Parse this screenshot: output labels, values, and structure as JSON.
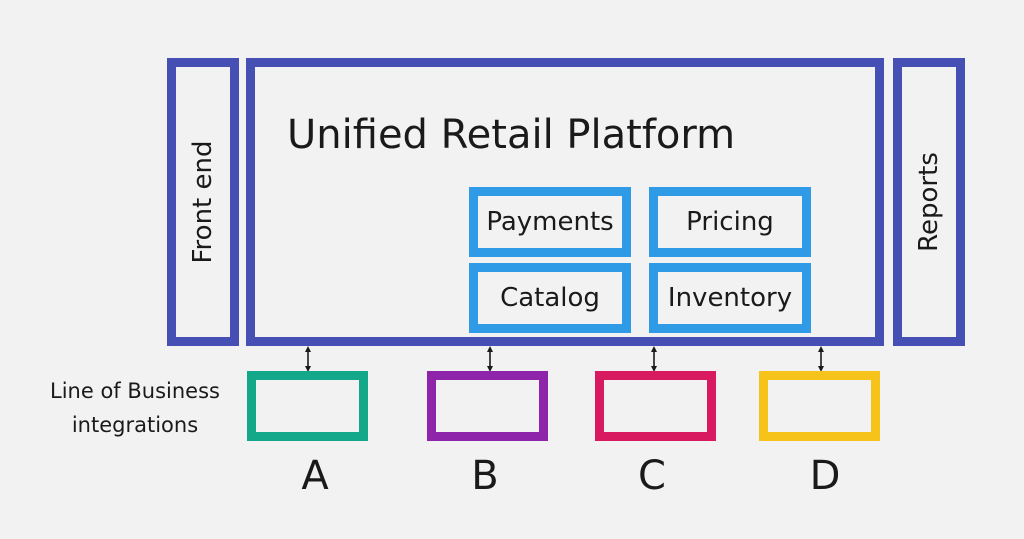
{
  "platform": {
    "title": "Unified Retail Platform"
  },
  "side_panels": {
    "front_end": "Front end",
    "reports": "Reports"
  },
  "modules": {
    "payments": "Payments",
    "pricing": "Pricing",
    "catalog": "Catalog",
    "inventory": "Inventory"
  },
  "lob": {
    "label_line1": "Line of Business",
    "label_line2": "integrations",
    "integrations": [
      {
        "letter": "A",
        "color": "#14a88a"
      },
      {
        "letter": "B",
        "color": "#8e24aa"
      },
      {
        "letter": "C",
        "color": "#d81b60"
      },
      {
        "letter": "D",
        "color": "#f6c31a"
      }
    ]
  },
  "colors": {
    "background": "#f2f2f2",
    "platform_border": "#4650b4",
    "module_border": "#2f9be6",
    "text": "#1a1a1a"
  }
}
